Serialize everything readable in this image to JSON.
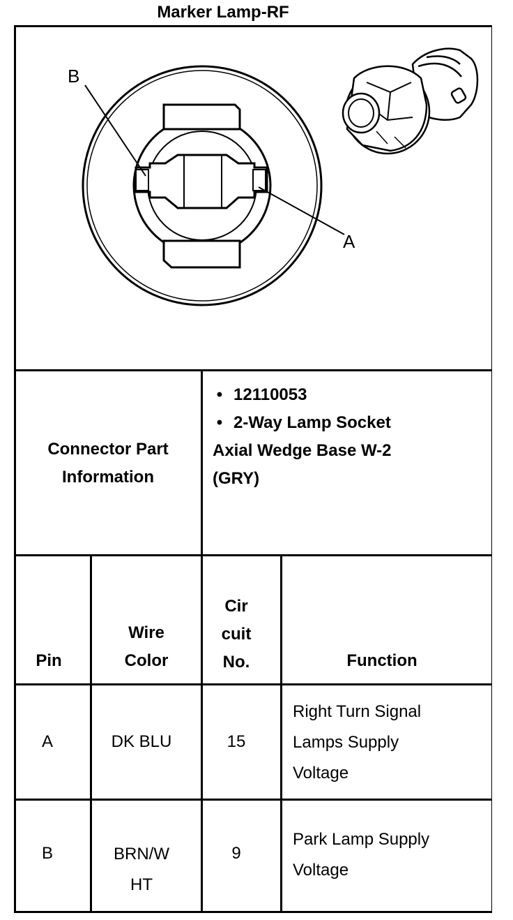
{
  "title": "Marker Lamp-RF",
  "diagram": {
    "pin_labels": {
      "b": "B",
      "a": "A"
    }
  },
  "connector_info": {
    "label": [
      "Connector Part",
      "Information"
    ],
    "items": [
      "12110053",
      "2-Way Lamp Socket"
    ],
    "description": [
      "Axial Wedge Base W-2",
      "(GRY)"
    ]
  },
  "table": {
    "headers": {
      "pin": "Pin",
      "wire_color": [
        "Wire",
        "Color"
      ],
      "circuit": [
        "Cir",
        "cuit",
        "No."
      ],
      "function": "Function"
    },
    "rows": [
      {
        "pin": "A",
        "wire_color": [
          "DK BLU"
        ],
        "circuit": "15",
        "function": [
          "Right Turn Signal",
          "Lamps Supply",
          "Voltage"
        ]
      },
      {
        "pin": "B",
        "wire_color": [
          "BRN/W",
          "HT"
        ],
        "circuit": "9",
        "function": [
          "Park Lamp Supply",
          "Voltage"
        ]
      }
    ]
  },
  "colors": {
    "line": "#000000",
    "background": "#ffffff"
  }
}
